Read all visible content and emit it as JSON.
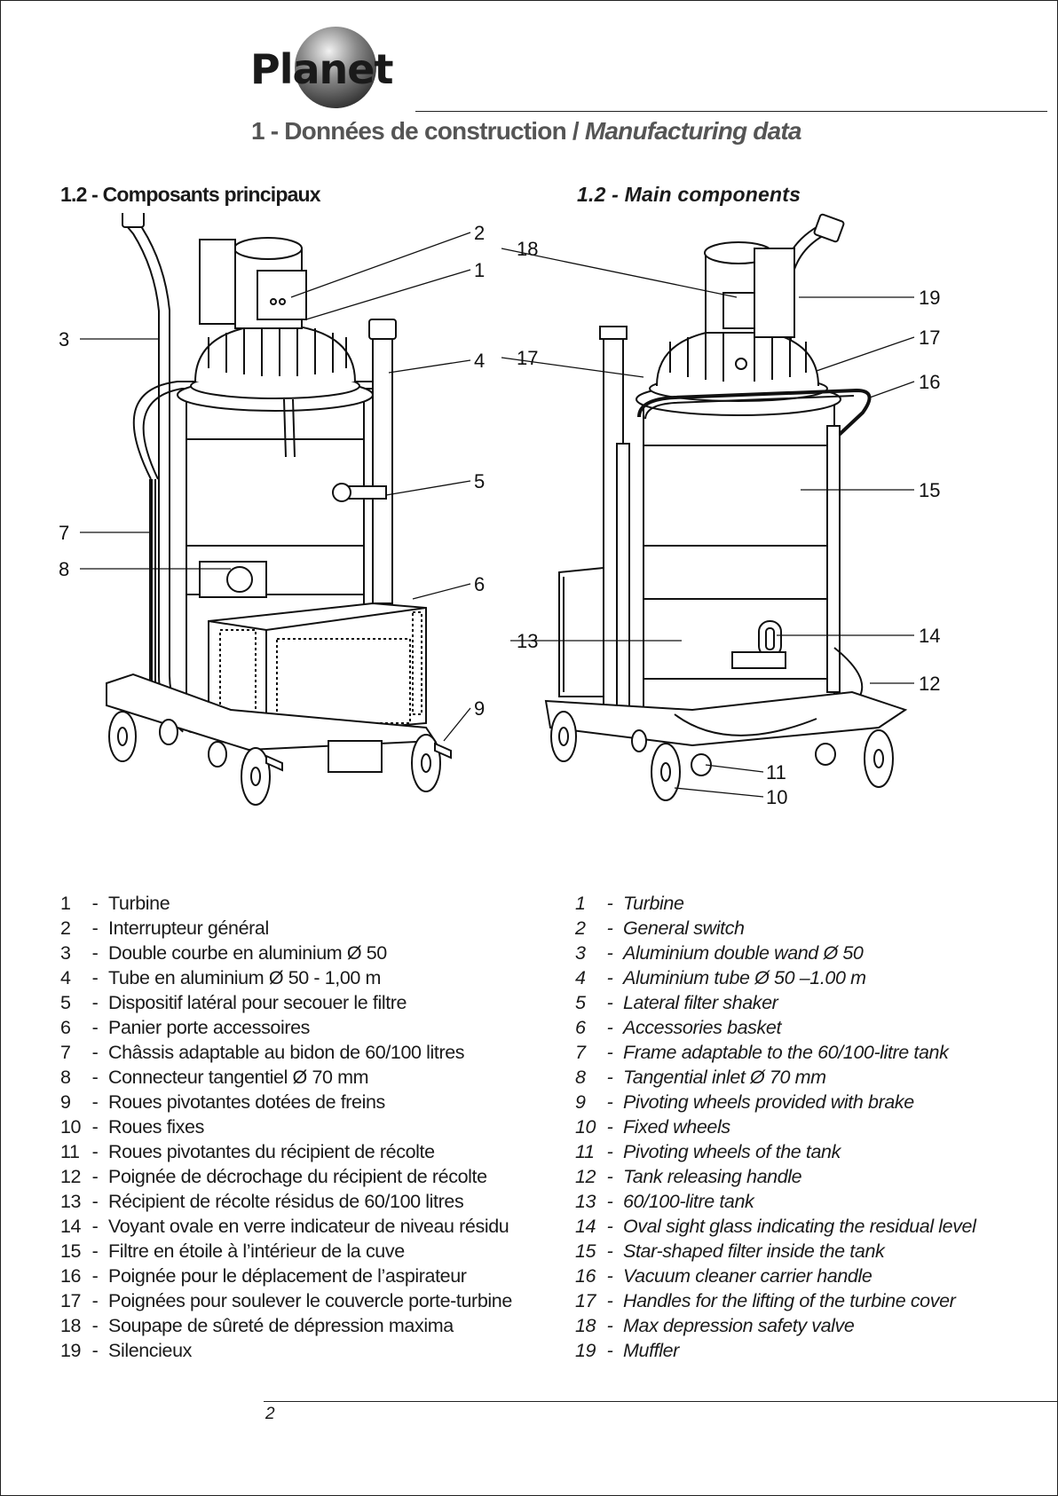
{
  "logo_text": "Planet",
  "header": {
    "title_fr": "1 - Données de construction / ",
    "title_en": "Manufacturing data"
  },
  "subheadings": {
    "fr": "1.2 - Composants principaux",
    "en": "1.2  -  Main components"
  },
  "callouts": {
    "left": [
      "2",
      "1",
      "3",
      "4",
      "5",
      "7",
      "8",
      "6",
      "9"
    ],
    "right": [
      "18",
      "19",
      "17",
      "17",
      "16",
      "15",
      "13",
      "14",
      "12",
      "11",
      "10"
    ]
  },
  "components_fr": [
    {
      "n": "1",
      "label": "Turbine"
    },
    {
      "n": "2",
      "label": "Interrupteur général"
    },
    {
      "n": "3",
      "label": "Double courbe en aluminium Ø 50"
    },
    {
      "n": "4",
      "label": "Tube en aluminium Ø 50 - 1,00 m"
    },
    {
      "n": "5",
      "label": "Dispositif latéral pour secouer le filtre"
    },
    {
      "n": "6",
      "label": "Panier porte accessoires"
    },
    {
      "n": "7",
      "label": "Châssis adaptable au bidon de 60/100 litres"
    },
    {
      "n": "8",
      "label": "Connecteur tangentiel Ø 70 mm"
    },
    {
      "n": "9",
      "label": "Roues pivotantes dotées de freins"
    },
    {
      "n": "10",
      "label": "Roues fixes"
    },
    {
      "n": "11",
      "label": "Roues pivotantes du récipient de récolte"
    },
    {
      "n": "12",
      "label": "Poignée de décrochage du récipient de récolte"
    },
    {
      "n": "13",
      "label": "Récipient de récolte résidus de 60/100 litres"
    },
    {
      "n": "14",
      "label": "Voyant ovale en verre indicateur de niveau résidu"
    },
    {
      "n": "15",
      "label": "Filtre en étoile à l’intérieur de la cuve"
    },
    {
      "n": "16",
      "label": "Poignée pour le déplacement de l’aspirateur"
    },
    {
      "n": "17",
      "label": "Poignées pour soulever le couvercle porte-turbine"
    },
    {
      "n": "18",
      "label": "Soupape de sûreté de dépression maxima"
    },
    {
      "n": "19",
      "label": "Silencieux"
    }
  ],
  "components_en": [
    {
      "n": "1",
      "label": "Turbine"
    },
    {
      "n": "2",
      "label": "General switch"
    },
    {
      "n": "3",
      "label": "Aluminium double wand Ø 50"
    },
    {
      "n": "4",
      "label": "Aluminium tube  Ø 50 –1.00 m"
    },
    {
      "n": "5",
      "label": "Lateral filter shaker"
    },
    {
      "n": "6",
      "label": "Accessories basket"
    },
    {
      "n": "7",
      "label": "Frame adaptable to the 60/100-litre tank"
    },
    {
      "n": "8",
      "label": "Tangential inlet Ø 70 mm"
    },
    {
      "n": "9",
      "label": "Pivoting wheels provided with brake"
    },
    {
      "n": "10",
      "label": "Fixed wheels"
    },
    {
      "n": "11",
      "label": "Pivoting wheels of the tank"
    },
    {
      "n": "12",
      "label": "Tank releasing handle"
    },
    {
      "n": "13",
      "label": "60/100-litre tank"
    },
    {
      "n": "14",
      "label": "Oval sight glass indicating the residual level"
    },
    {
      "n": "15",
      "label": "Star-shaped filter inside the tank"
    },
    {
      "n": "16",
      "label": "Vacuum cleaner carrier handle"
    },
    {
      "n": "17",
      "label": "Handles for the lifting of the turbine cover"
    },
    {
      "n": "18",
      "label": "Max depression safety valve"
    },
    {
      "n": "19",
      "label": "Muffler"
    }
  ],
  "page_number": "2"
}
